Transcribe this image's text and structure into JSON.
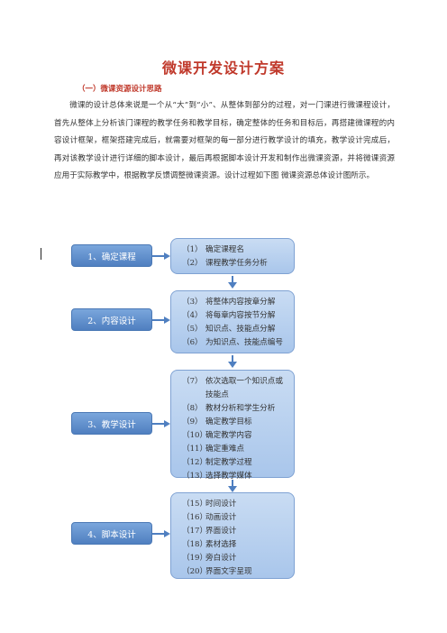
{
  "title": "微课开发设计方案",
  "section_heading": "（一）微课资源设计思路",
  "paragraph": "微课的设计总体来说是一个从“大”到“小”、从整体到部分的过程，对一门课进行微课程设计，首先从整体上分析该门课程的教学任务和教学目标，确定整体的任务和目标后，再搭建微课程的内容设计框架，框架搭建完成后，就需要对框架的每一部分进行教学设计的填充，教学设计完成后，再对该教学设计进行详细的脚本设计，最后再根据脚本设计开发和制作出微课资源，并将微课资源应用于实际教学中，根据教学反馈调整微课资源。设计过程如下图 微课资源总体设计图所示。",
  "flow": [
    {
      "stage": "1、确定课程",
      "steps": [
        {
          "num": "（1）",
          "text": "确定课程名"
        },
        {
          "num": "（2）",
          "text": "课程教学任务分析"
        }
      ]
    },
    {
      "stage": "2、内容设计",
      "steps": [
        {
          "num": "（3）",
          "text": "将整体内容按章分解"
        },
        {
          "num": "（4）",
          "text": "将每章内容按节分解"
        },
        {
          "num": "（5）",
          "text": "知识点、技能点分解"
        },
        {
          "num": "（6）",
          "text": "为知识点、技能点编号"
        }
      ]
    },
    {
      "stage": "3、教学设计",
      "steps": [
        {
          "num": "（7）",
          "text": "依次选取一个知识点或技能点"
        },
        {
          "num": "（8）",
          "text": "教材分析和学生分析"
        },
        {
          "num": "（9）",
          "text": "确定教学目标"
        },
        {
          "num": "（10）",
          "text": "确定教学内容"
        },
        {
          "num": "（11）",
          "text": "确定重难点"
        },
        {
          "num": "（12）",
          "text": "制定教学过程"
        },
        {
          "num": "（13）",
          "text": "选择教学媒体"
        }
      ]
    },
    {
      "stage": "4、脚本设计",
      "steps": [
        {
          "num": "（15）",
          "text": "时间设计"
        },
        {
          "num": "（16）",
          "text": "动画设计"
        },
        {
          "num": "（17）",
          "text": "界面设计"
        },
        {
          "num": "（18）",
          "text": "素材选择"
        },
        {
          "num": "（19）",
          "text": "旁白设计"
        },
        {
          "num": "（20）",
          "text": "界面文字呈现"
        }
      ]
    }
  ]
}
